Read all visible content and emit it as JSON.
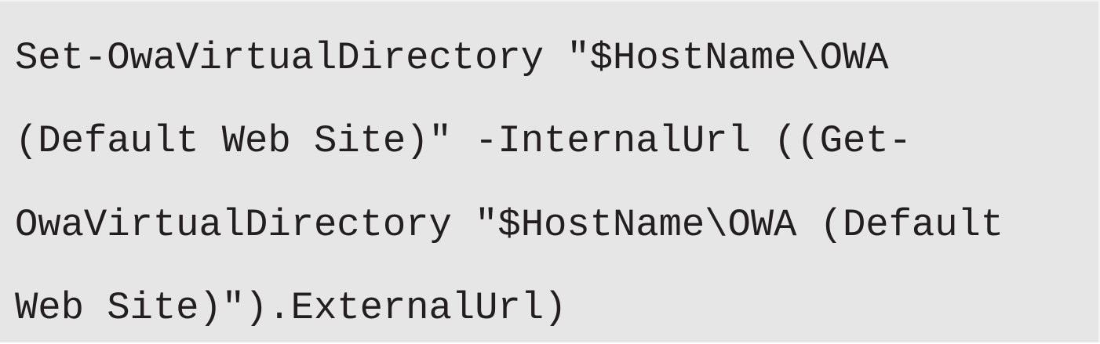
{
  "code": {
    "lines": [
      "Set-OwaVirtualDirectory \"$HostName\\OWA",
      "(Default Web Site)\" -InternalUrl ((Get-",
      "OwaVirtualDirectory \"$HostName\\OWA (Default",
      "Web Site)\").ExternalUrl)"
    ]
  },
  "colors": {
    "background": "#e6e6e6",
    "text": "#231f20"
  }
}
